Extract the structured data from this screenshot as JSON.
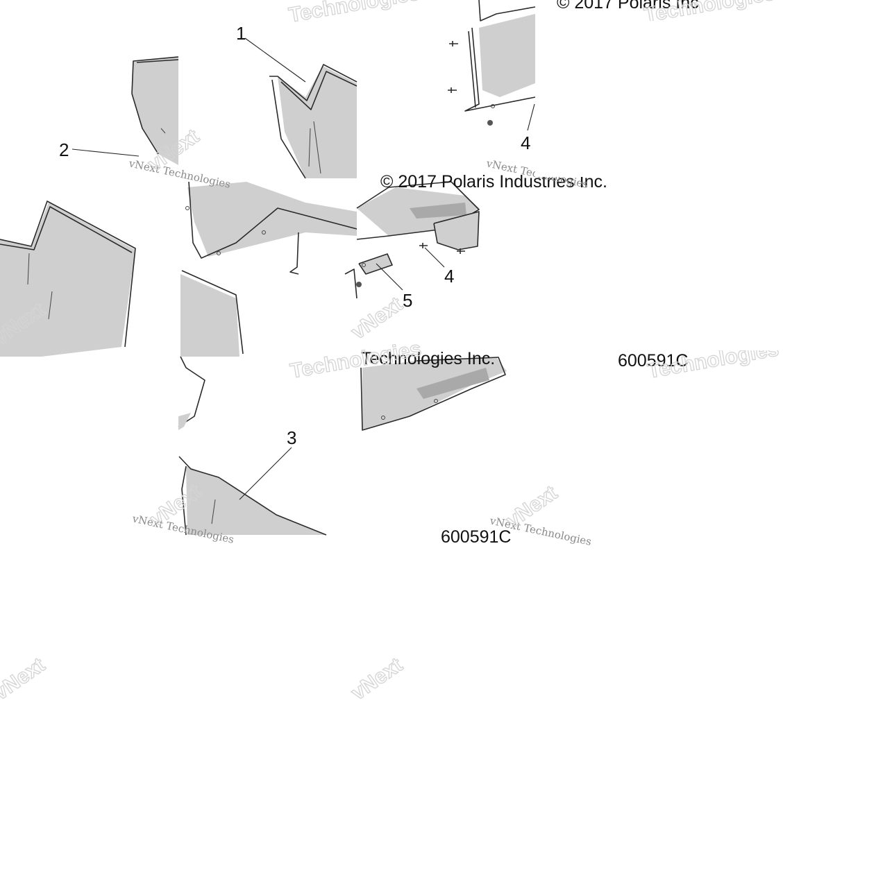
{
  "diagram": {
    "callouts": {
      "c1": "1",
      "c2": "2",
      "c3": "3",
      "c4a": "4",
      "c4b": "4",
      "c5": "5"
    },
    "copyright": {
      "top_right": "© 2017 Polaris Inc",
      "middle": "© 2017 Polaris Industries Inc.",
      "middle_overlap": "Technologies Inc."
    },
    "part_number": {
      "right": "600591C",
      "lower": "600591C"
    },
    "watermark": {
      "brand_big_a": "vNext",
      "brand_big_b": "Technologies",
      "brand_small": "vNext Technologies"
    },
    "colors": {
      "part_fill": "#cfcfcf",
      "line": "#2a2a2a",
      "watermark": "#d4d4d4"
    }
  }
}
